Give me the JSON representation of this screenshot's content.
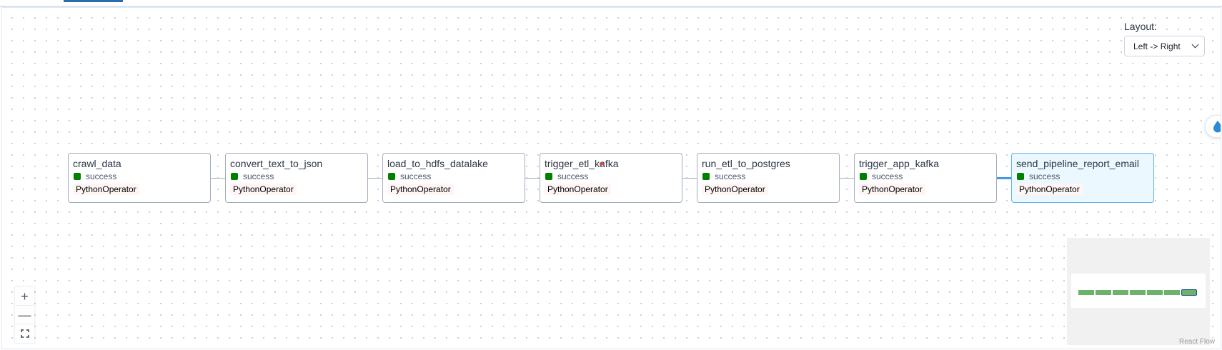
{
  "layout": {
    "label": "Layout:",
    "selected": "Left -> Right"
  },
  "tasks": [
    {
      "name": "crawl_data",
      "status": "success",
      "operator": "PythonOperator"
    },
    {
      "name": "convert_text_to_json",
      "status": "success",
      "operator": "PythonOperator"
    },
    {
      "name": "load_to_hdfs_datalake",
      "status": "success",
      "operator": "PythonOperator"
    },
    {
      "name": "trigger_etl_kafka",
      "status": "success",
      "operator": "PythonOperator"
    },
    {
      "name": "run_etl_to_postgres",
      "status": "success",
      "operator": "PythonOperator"
    },
    {
      "name": "trigger_app_kafka",
      "status": "success",
      "operator": "PythonOperator"
    },
    {
      "name": "send_pipeline_report_email",
      "status": "success",
      "operator": "PythonOperator",
      "selected": true
    }
  ],
  "controls": {
    "zoom_in": "+",
    "zoom_out": "—",
    "fit_view_icon": "fit-view-icon"
  },
  "attribution": "React Flow",
  "colors": {
    "success": "#008000",
    "selected_node_bg": "#ebf8ff",
    "highlight_edge": "#4299e1"
  }
}
